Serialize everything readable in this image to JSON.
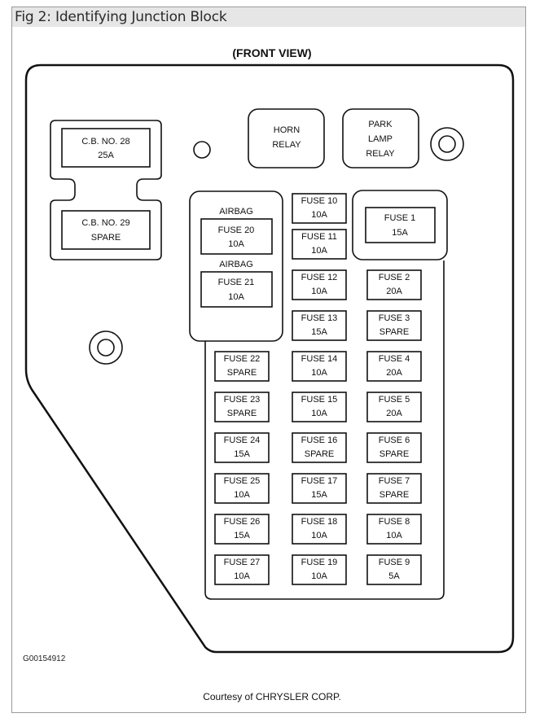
{
  "figure": {
    "title": "Fig 2: Identifying Junction Block",
    "view_label": "(FRONT VIEW)",
    "image_code": "G00154912",
    "credit": "Courtesy of CHRYSLER CORP."
  },
  "circuit_breakers": [
    {
      "name": "C.B. NO. 28",
      "rating": "25A"
    },
    {
      "name": "C.B. NO. 29",
      "rating": "SPARE"
    }
  ],
  "relays": [
    {
      "lines": [
        "HORN",
        "RELAY"
      ]
    },
    {
      "lines": [
        "PARK",
        "LAMP",
        "RELAY"
      ]
    }
  ],
  "airbag_fuses": [
    {
      "group_label": "AIRBAG",
      "name": "FUSE 20",
      "rating": "10A"
    },
    {
      "group_label": "AIRBAG",
      "name": "FUSE 21",
      "rating": "10A"
    }
  ],
  "fuse_column_left": [
    {
      "name": "FUSE 22",
      "rating": "SPARE"
    },
    {
      "name": "FUSE 23",
      "rating": "SPARE"
    },
    {
      "name": "FUSE 24",
      "rating": "15A"
    },
    {
      "name": "FUSE 25",
      "rating": "10A"
    },
    {
      "name": "FUSE 26",
      "rating": "15A"
    },
    {
      "name": "FUSE 27",
      "rating": "10A"
    }
  ],
  "fuse_column_middle": [
    {
      "name": "FUSE 10",
      "rating": "10A"
    },
    {
      "name": "FUSE 11",
      "rating": "10A"
    },
    {
      "name": "FUSE 12",
      "rating": "10A"
    },
    {
      "name": "FUSE 13",
      "rating": "15A"
    },
    {
      "name": "FUSE 14",
      "rating": "10A"
    },
    {
      "name": "FUSE 15",
      "rating": "10A"
    },
    {
      "name": "FUSE 16",
      "rating": "SPARE"
    },
    {
      "name": "FUSE 17",
      "rating": "15A"
    },
    {
      "name": "FUSE 18",
      "rating": "10A"
    },
    {
      "name": "FUSE 19",
      "rating": "10A"
    }
  ],
  "fuse_column_right": [
    {
      "name": "FUSE 1",
      "rating": "15A"
    },
    {
      "name": "FUSE 2",
      "rating": "20A"
    },
    {
      "name": "FUSE 3",
      "rating": "SPARE"
    },
    {
      "name": "FUSE 4",
      "rating": "20A"
    },
    {
      "name": "FUSE 5",
      "rating": "20A"
    },
    {
      "name": "FUSE 6",
      "rating": "SPARE"
    },
    {
      "name": "FUSE 7",
      "rating": "SPARE"
    },
    {
      "name": "FUSE 8",
      "rating": "10A"
    },
    {
      "name": "FUSE 9",
      "rating": "5A"
    }
  ]
}
